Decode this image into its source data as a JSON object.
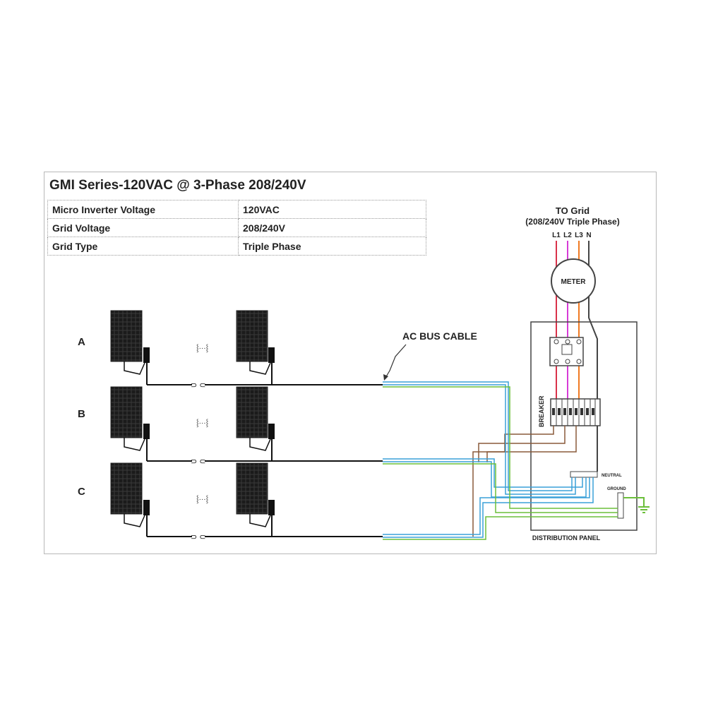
{
  "title": "GMI Series-120VAC @ 3-Phase 208/240V",
  "spec_table": {
    "rows": [
      {
        "key": "Micro Inverter Voltage",
        "value": "120VAC"
      },
      {
        "key": "Grid  Voltage",
        "value": "208/240V"
      },
      {
        "key": "Grid Type",
        "value": "Triple Phase"
      }
    ]
  },
  "grid": {
    "line1": "TO Grid",
    "line2": "(208/240V Triple Phase)",
    "phases": [
      "L1",
      "L2",
      "L3",
      "N"
    ]
  },
  "meter_label": "METER",
  "ac_bus_cable_label": "AC BUS CABLE",
  "branches": [
    {
      "label": "A"
    },
    {
      "label": "B"
    },
    {
      "label": "C"
    }
  ],
  "breaker_label": "BREAKER",
  "neutral_label": "NEUTRAL",
  "ground_label": "GROUND",
  "distribution_panel_label": "DISTRIBUTION PANEL",
  "colors": {
    "l1": "#d9324a",
    "l2": "#d63bd6",
    "l3": "#f07a23",
    "neutral": "#8a5a3a",
    "blue": "#3aa0d8",
    "green": "#6bbf3a"
  }
}
